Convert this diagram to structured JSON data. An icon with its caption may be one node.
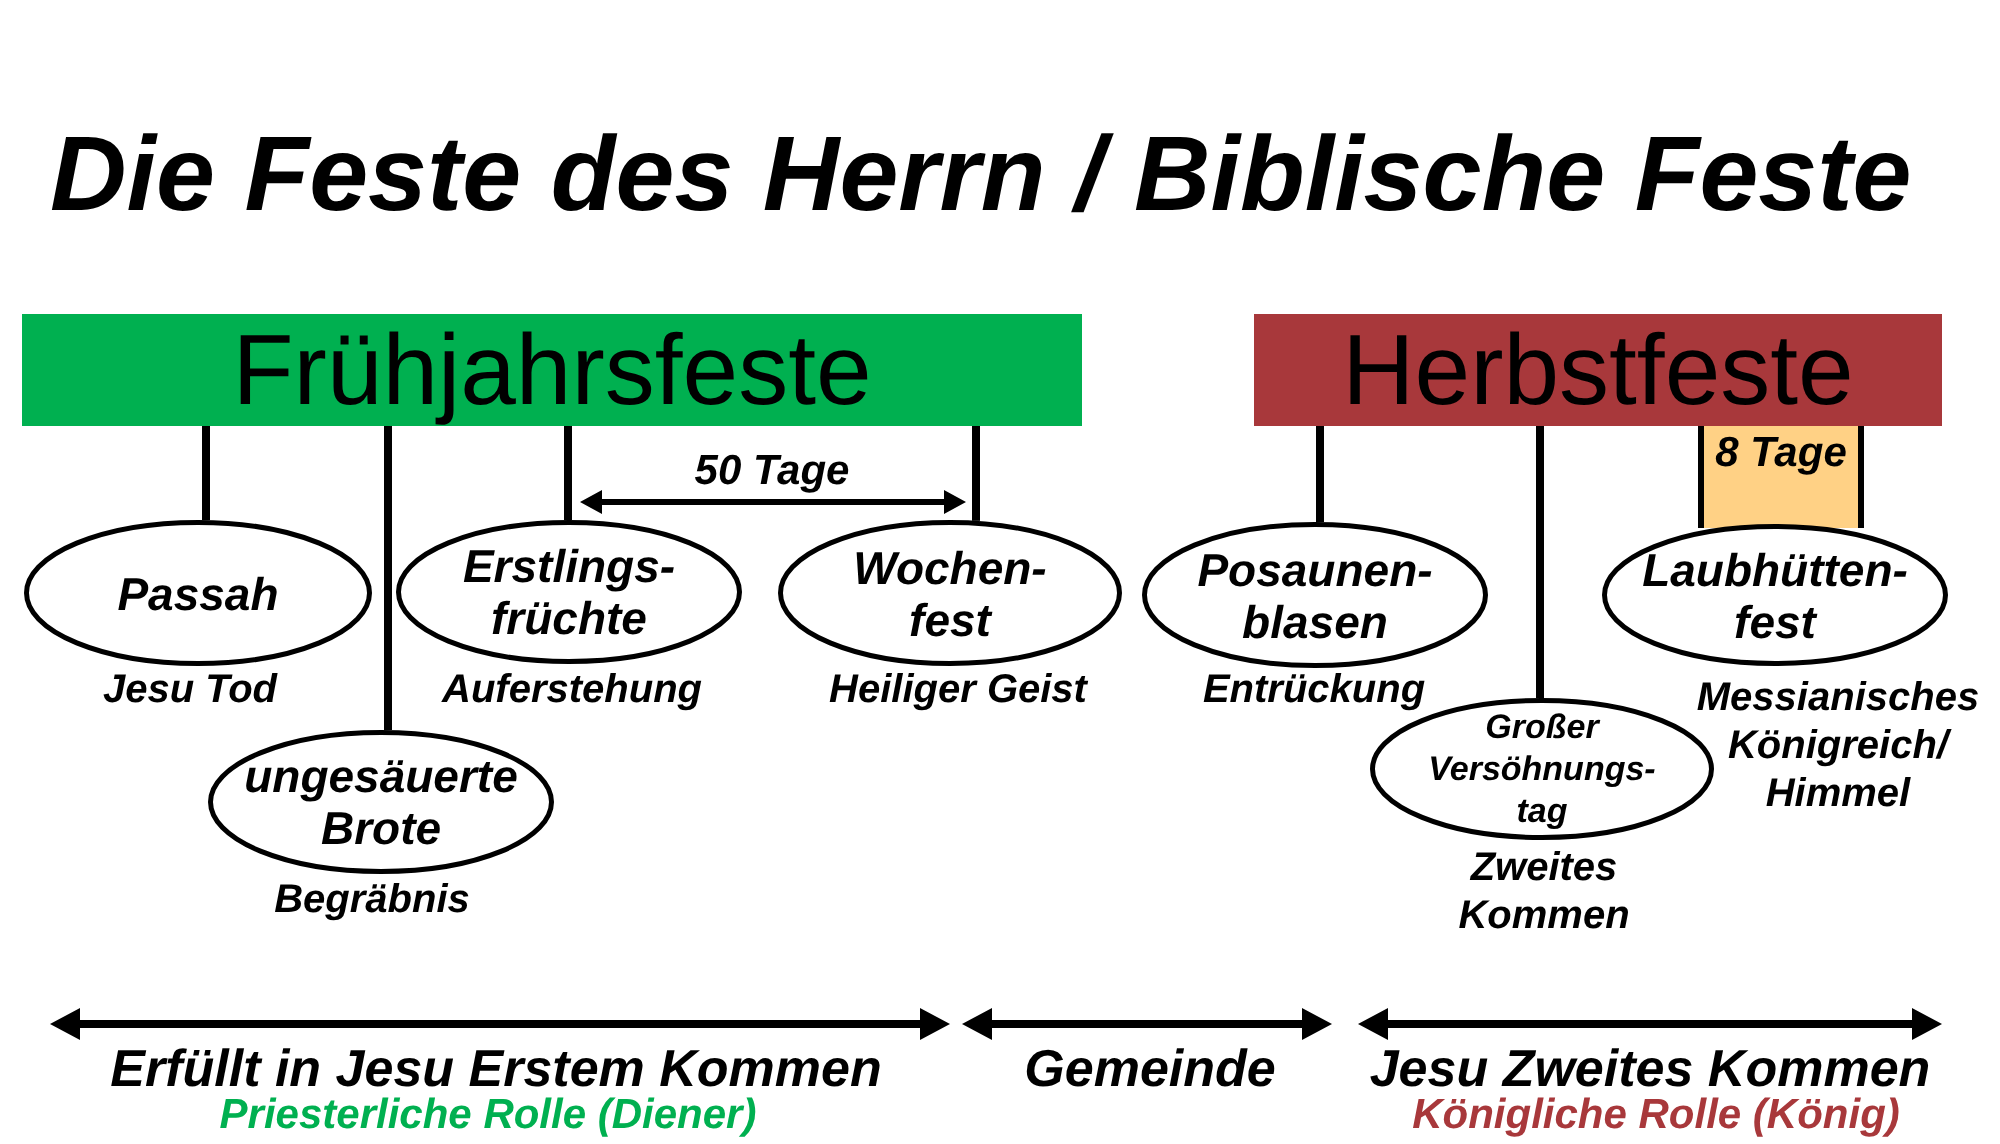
{
  "diagram": {
    "title": "Die Feste des Herrn / Biblische Feste",
    "nodes": [
      {
        "text": [
          "Frühjahrsfeste"
        ]
      },
      {
        "text": [
          "Herbstfeste"
        ]
      },
      {
        "text": [
          "8 Tage"
        ]
      },
      {
        "text": [
          "Passah"
        ],
        "beside": [
          "Jesu Tod"
        ]
      },
      {
        "text": [
          "ungesäuerte Brote"
        ],
        "beside": [
          "Begräbnis"
        ]
      },
      {
        "text": [
          "Erstlings- früchte"
        ],
        "beside": [
          "Auferstehung"
        ]
      },
      {
        "text": [
          "Wochen- fest"
        ],
        "beside": [
          "Heiliger Geist"
        ]
      },
      {
        "text": [
          "Posaunen- blasen"
        ],
        "beside": [
          "Entrückung"
        ]
      },
      {
        "text": [
          "Großer Versöhnungs- tag"
        ],
        "beside": [
          "Zweites Kommen"
        ]
      },
      {
        "text": [
          "Laubhütten- fest"
        ],
        "beside": [
          "Messianisches Königreich/ Himmel"
        ]
      }
    ],
    "edges": [
      {
        "from": 0,
        "to": 3,
        "arrow": "none"
      },
      {
        "from": 0,
        "to": 4,
        "arrow": "none"
      },
      {
        "from": 0,
        "to": 5,
        "arrow": "none"
      },
      {
        "from": 0,
        "to": 6,
        "arrow": "none"
      },
      {
        "from": 1,
        "to": 7,
        "arrow": "none"
      },
      {
        "from": 1,
        "to": 8,
        "arrow": "none"
      }
    ],
    "labels": [
      "50 Tage",
      "Erfüllt in Jesu Erstem Kommen",
      "Gemeinde",
      "Jesu Zweites Kommen",
      "Priesterliche Rolle (Diener)",
      "Königliche Rolle (König)"
    ]
  }
}
